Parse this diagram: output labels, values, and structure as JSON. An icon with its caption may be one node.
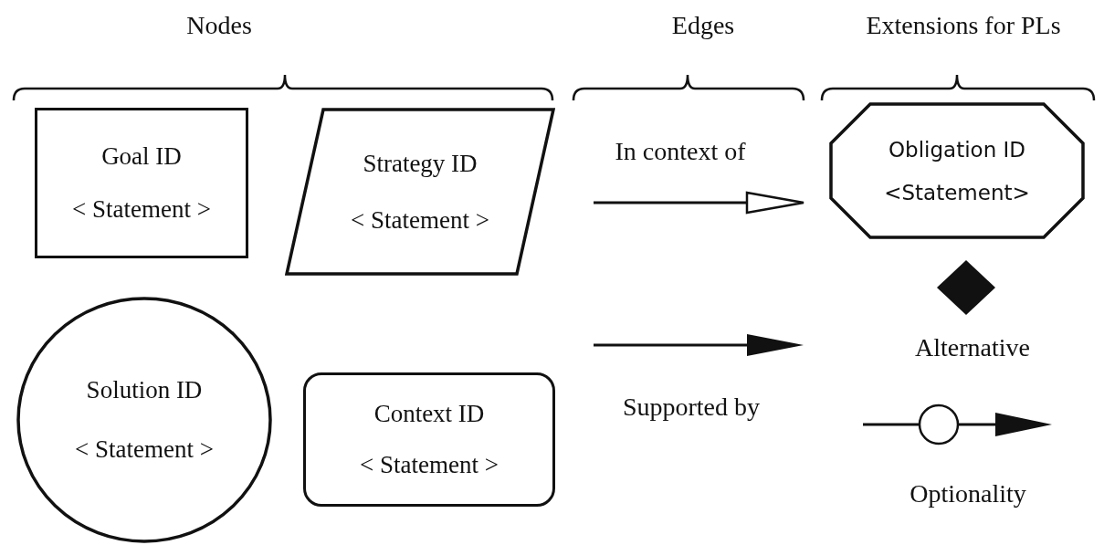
{
  "diagram": {
    "nodes": [
      {
        "text": [
          "Goal ID",
          "< Statement >"
        ]
      },
      {
        "text": [
          "Strategy ID",
          "< Statement >"
        ]
      },
      {
        "text": [
          "Solution ID",
          "< Statement >"
        ]
      },
      {
        "text": [
          "Context ID",
          "< Statement >"
        ]
      },
      {
        "text": [
          "Obligation ID",
          "<Statement>"
        ]
      }
    ],
    "labels": [
      "Nodes",
      "Edges",
      "Extensions for PLs"
    ],
    "legend": [
      {
        "text": "In context of"
      },
      {
        "text": "Supported by"
      },
      {
        "text": "Alternative"
      },
      {
        "text": "Optionality"
      }
    ]
  }
}
